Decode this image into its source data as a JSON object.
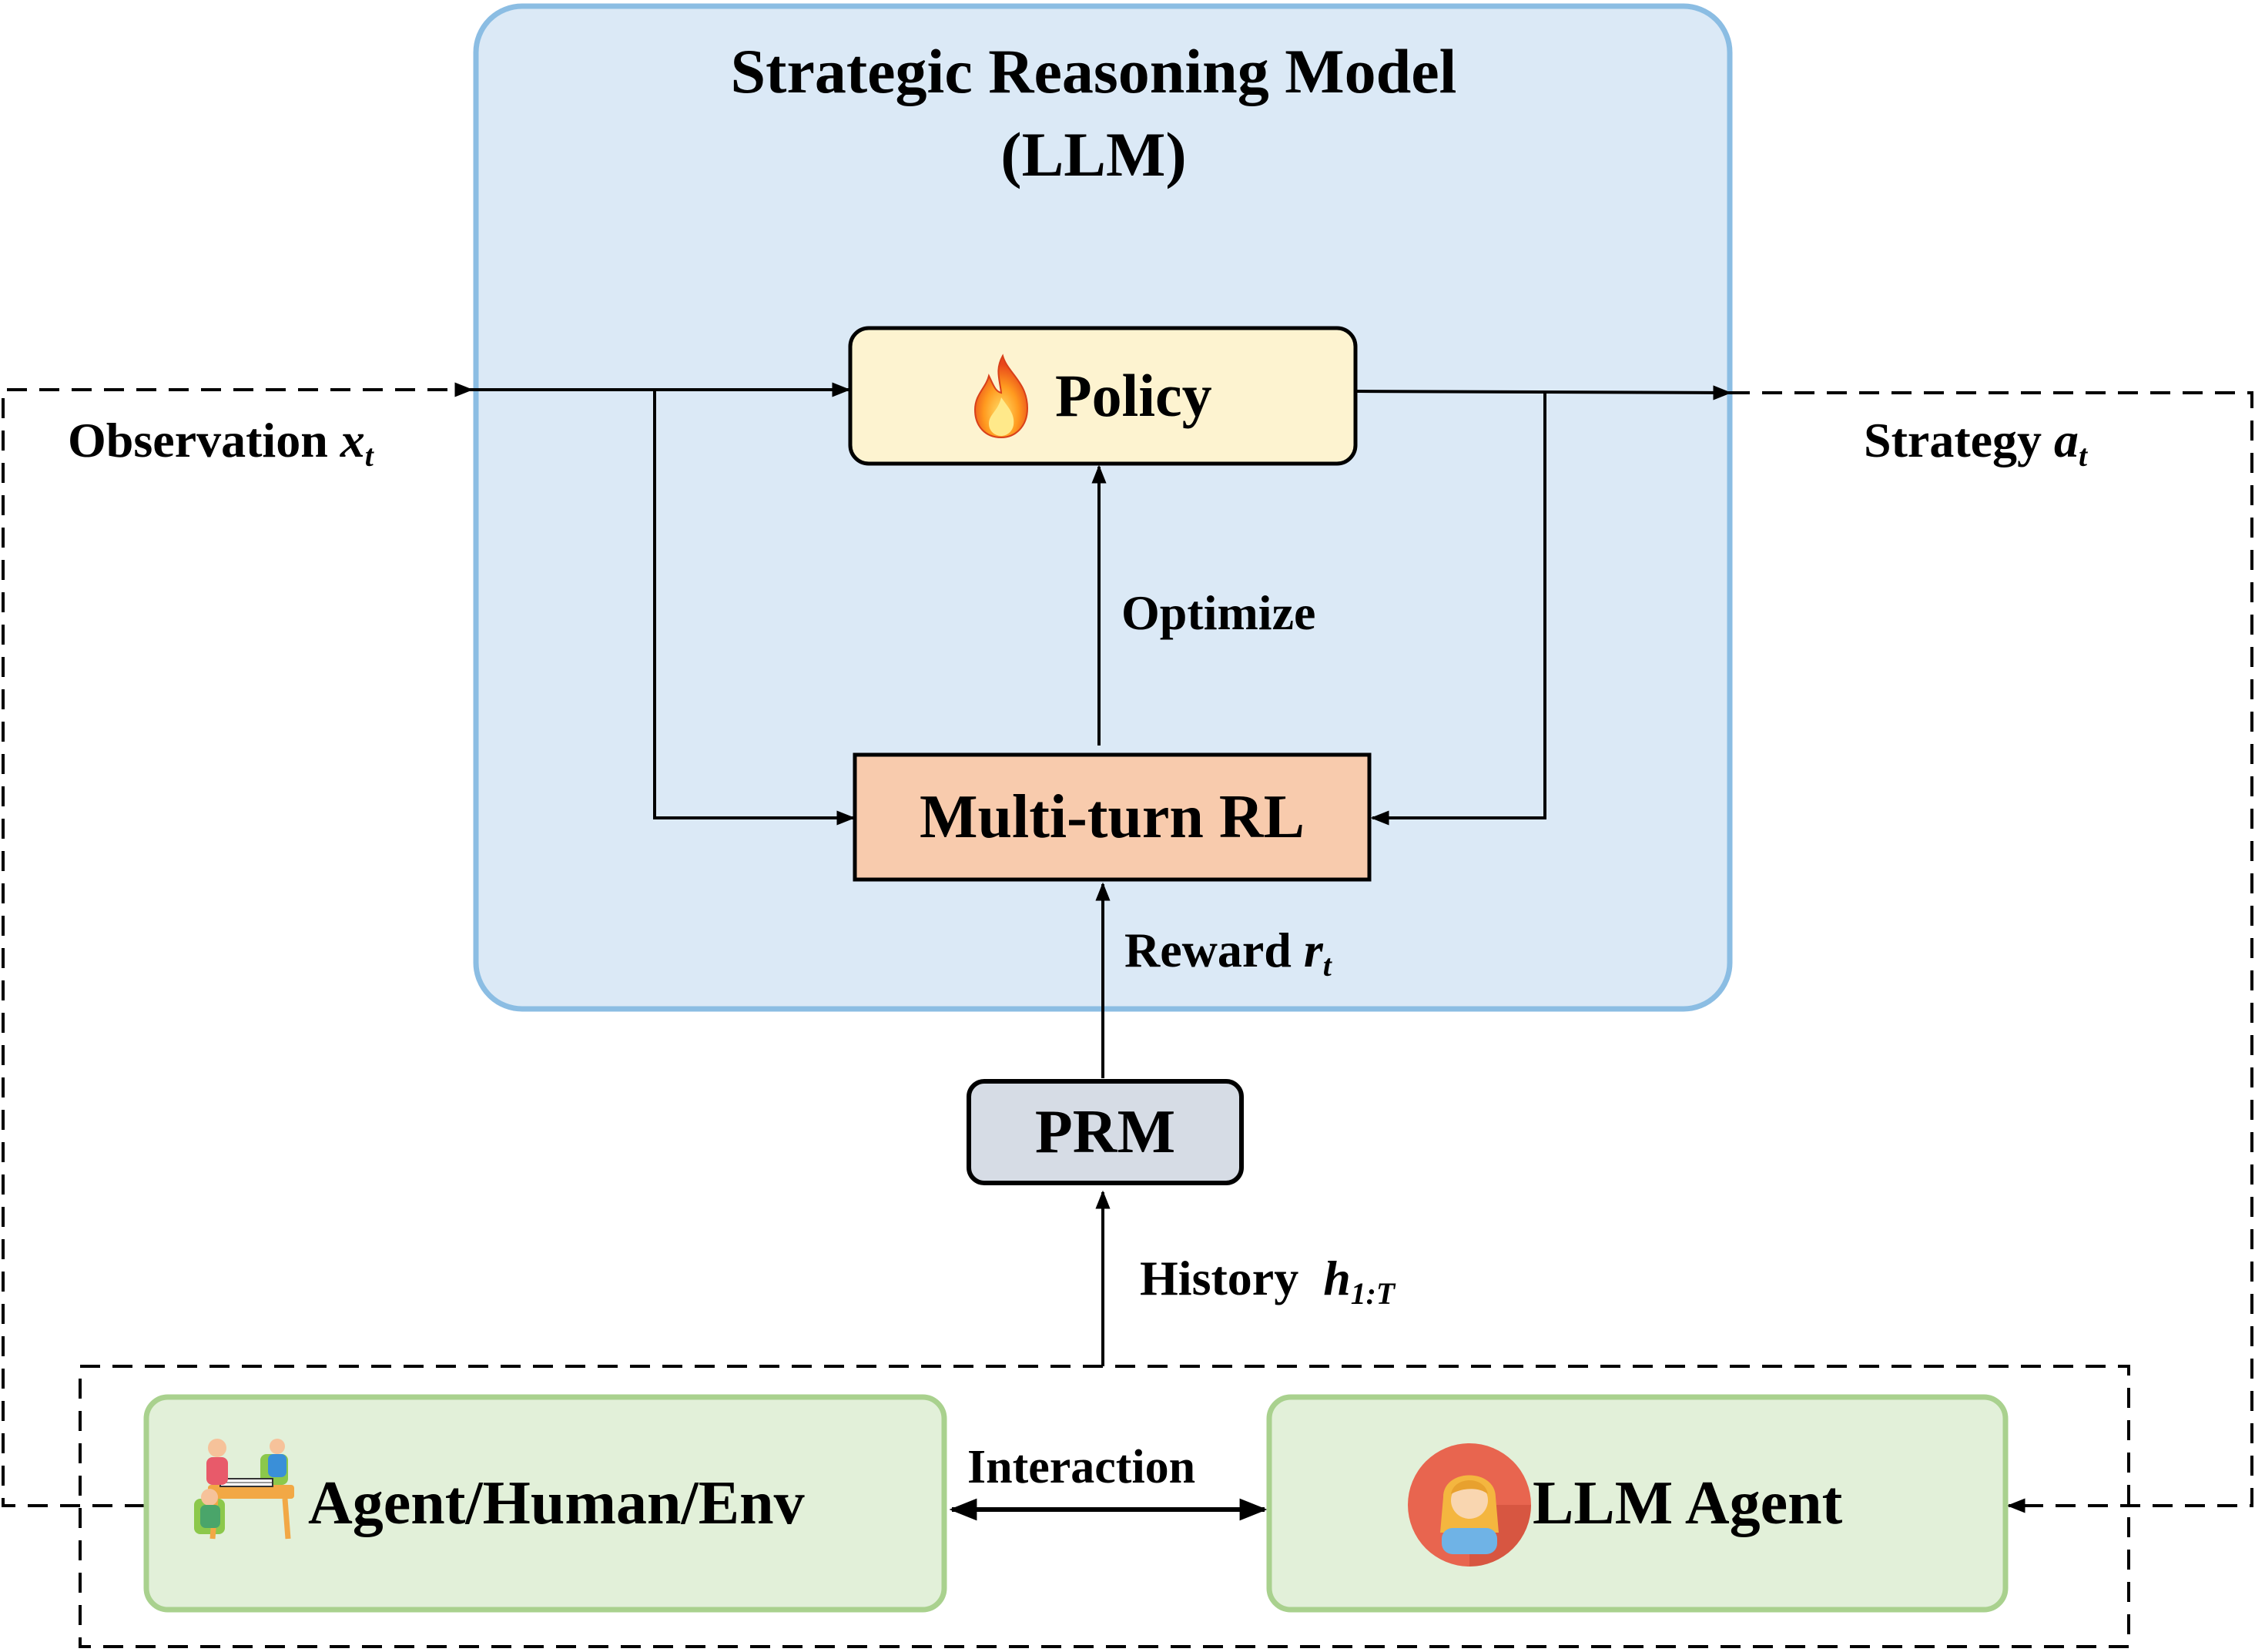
{
  "title": {
    "line1": "Strategic Reasoning Model",
    "line2": "(LLM)"
  },
  "nodes": {
    "policy": {
      "label": "Policy",
      "icon": "fire-icon"
    },
    "rl": {
      "label": "Multi-turn RL"
    },
    "prm": {
      "label": "PRM"
    },
    "env": {
      "label": "Agent/Human/Env",
      "icon": "board-game-players-icon"
    },
    "agent": {
      "label": "LLM Agent",
      "icon": "user-avatar-icon"
    }
  },
  "edges": {
    "observation": {
      "text": "Observation ",
      "var": "x",
      "sub": "t"
    },
    "strategy": {
      "text": "Strategy ",
      "var": "a",
      "sub": "t"
    },
    "optimize": {
      "text": "Optimize"
    },
    "reward": {
      "text": "Reward ",
      "var": "r",
      "sub": "t"
    },
    "history": {
      "text": "History  ",
      "var": "h",
      "sub": "1:T"
    },
    "interaction": {
      "text": "Interaction"
    }
  },
  "colors": {
    "model_bg": "#dbe9f6",
    "model_border": "#8bbde3",
    "policy_fill": "#fdf3d0",
    "rl_fill": "#f8cbad",
    "prm_fill": "#d6dce5",
    "agent_fill": "#e2f0d9",
    "agent_border": "#a9d18e"
  }
}
